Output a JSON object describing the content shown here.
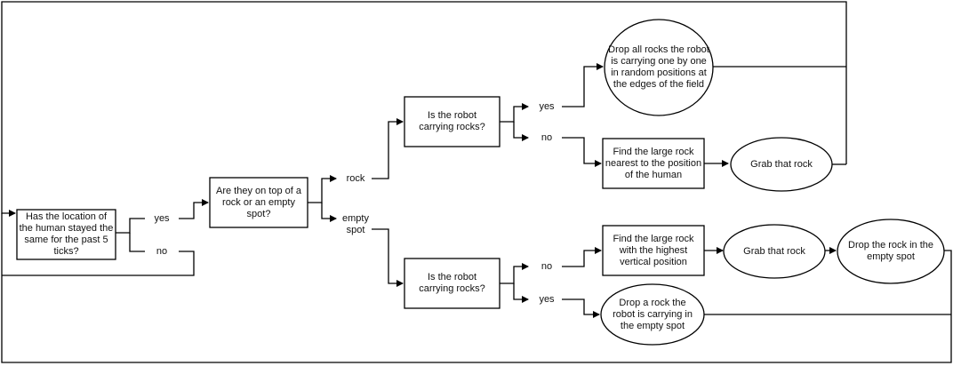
{
  "diagram": {
    "nodes": {
      "q_location": "Has the location of the human stayed the same for the past 5 ticks?",
      "q_on_top": "Are they on top of a rock or an empty spot?",
      "q_carry_rock": "Is the robot carrying rocks?",
      "q_carry_empty": "Is the robot carrying rocks?",
      "a_drop_all": "Drop all rocks the robot is carrying one by one in random positions at the edges of the field",
      "a_find_nearest": "Find the large rock nearest to the position of the human",
      "a_grab_1": "Grab that rock",
      "a_find_highest": "Find the large rock with the highest vertical position",
      "a_grab_2": "Grab that rock",
      "a_drop_empty": "Drop the rock in the empty spot",
      "a_drop_one": "Drop a rock the robot is carrying in the empty spot"
    },
    "labels": {
      "yes_1": "yes",
      "no_1": "no",
      "rock": "rock",
      "empty_spot_1": "empty",
      "empty_spot_2": "spot",
      "yes_2": "yes",
      "no_2": "no",
      "no_3": "no",
      "yes_3": "yes"
    }
  }
}
